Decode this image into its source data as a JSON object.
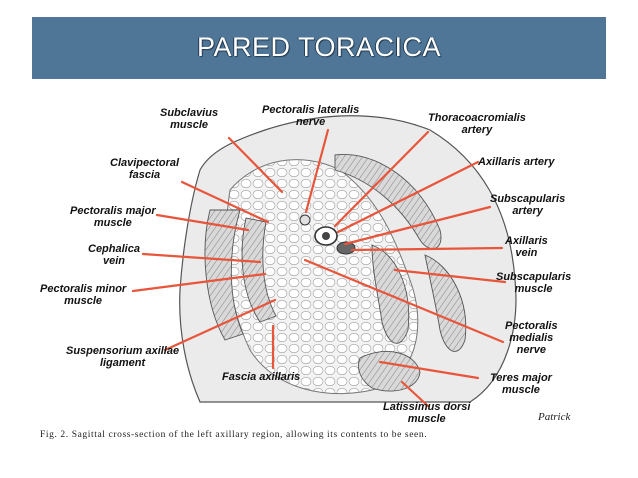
{
  "slide": {
    "title": "PARED TORACICA",
    "colors": {
      "title_bar": "#4f7697",
      "title_text": "#ffffff",
      "leader_lines": "#e8553a"
    }
  },
  "figure": {
    "caption": "Fig. 2. Sagittal cross-section of the left axillary region, allowing its contents to be seen.",
    "signature": "Patrick",
    "labels": {
      "subclavius": [
        "Subclavius",
        "muscle"
      ],
      "pect_lat_nerve": [
        "Pectoralis lateralis",
        "nerve"
      ],
      "thoracoacromialis": [
        "Thoracoacromialis",
        "artery"
      ],
      "clavipectoral": [
        "Clavipectoral",
        "fascia"
      ],
      "axillaris_artery": [
        "Axillaris artery"
      ],
      "pect_major": [
        "Pectoralis major",
        "muscle"
      ],
      "subscap_artery": [
        "Subscapularis",
        "artery"
      ],
      "cephalica": [
        "Cephalica",
        "vein"
      ],
      "axillaris_vein": [
        "Axillaris",
        "vein"
      ],
      "pect_minor": [
        "Pectoralis minor",
        "muscle"
      ],
      "subscap_muscle": [
        "Subscapularis",
        "muscle"
      ],
      "pect_medialis": [
        "Pectoralis",
        "medialis",
        "nerve"
      ],
      "suspensorium": [
        "Suspensorium axillae",
        "ligament"
      ],
      "teres_major": [
        "Teres major",
        "muscle"
      ],
      "fascia_axillaris": [
        "Fascia axillaris"
      ],
      "latissimus": [
        "Latissimus dorsi",
        "muscle"
      ]
    }
  }
}
